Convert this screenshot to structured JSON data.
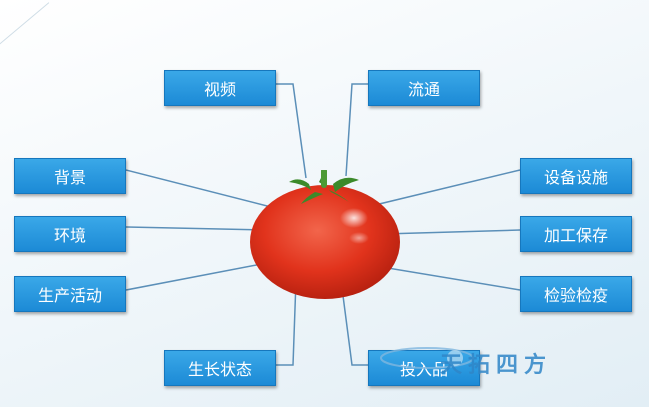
{
  "labels": {
    "video": "视频",
    "circulation": "流通",
    "background": "背景",
    "equipment": "设备设施",
    "environment": "环境",
    "processing": "加工保存",
    "production": "生产活动",
    "inspection": "检验检疫",
    "growth": "生长状态",
    "bottom_right": "投入品"
  },
  "watermark": "天拓四方",
  "colors": {
    "box": "#2596de",
    "line": "#4a8bbd",
    "tomato": "#e53a24"
  }
}
